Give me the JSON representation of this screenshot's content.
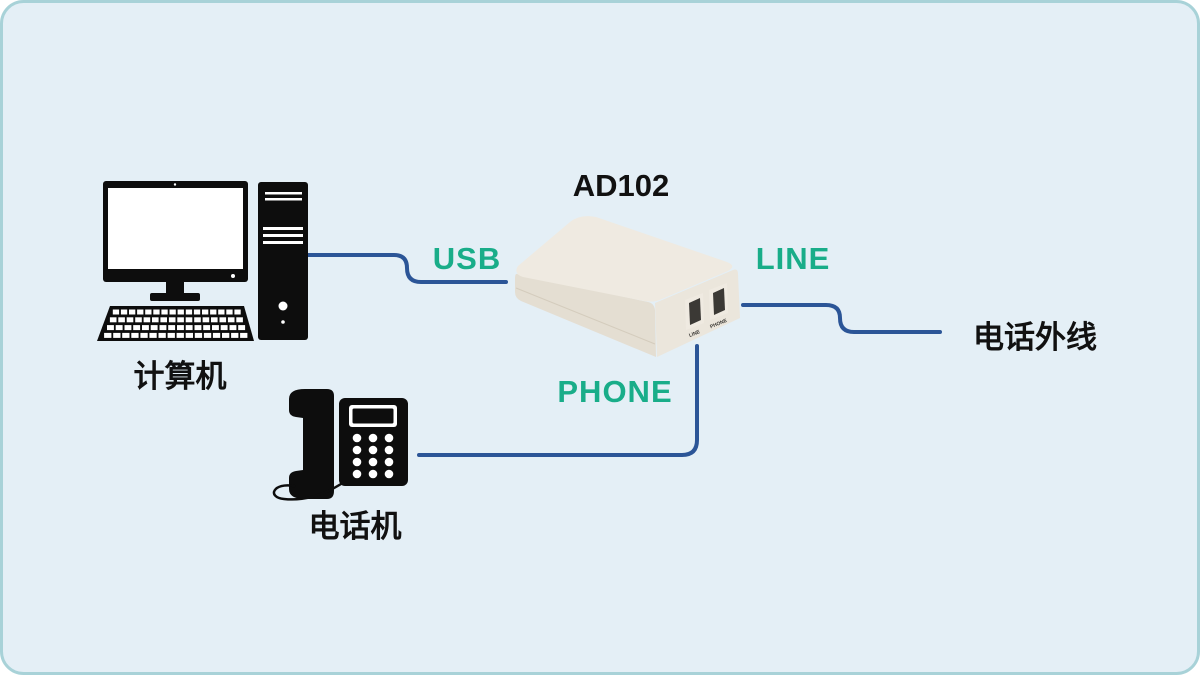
{
  "diagram": {
    "device": {
      "name": "AD102",
      "jack_labels": {
        "line": "LINE",
        "phone": "PHONE"
      }
    },
    "nodes": {
      "computer": {
        "label": "计算机",
        "icon": "desktop-computer-icon"
      },
      "telephone": {
        "label": "电话机",
        "icon": "telephone-icon"
      },
      "external_line": {
        "label": "电话外线"
      }
    },
    "links": {
      "usb": {
        "label": "USB"
      },
      "line": {
        "label": "LINE"
      },
      "phone": {
        "label": "PHONE"
      }
    }
  },
  "colors": {
    "background": "#e4eff6",
    "border": "#a8d2d8",
    "cable": "#2b5597",
    "port_label": "#19ad89",
    "text": "#111111",
    "icon": "#0d0d0d",
    "icon_detail": "#ffffff",
    "device_top": "#efeae1",
    "device_front": "#e4ded2",
    "device_side": "#ebe6dc",
    "device_seam": "#d4ccbd",
    "jack": "#3b3935"
  }
}
